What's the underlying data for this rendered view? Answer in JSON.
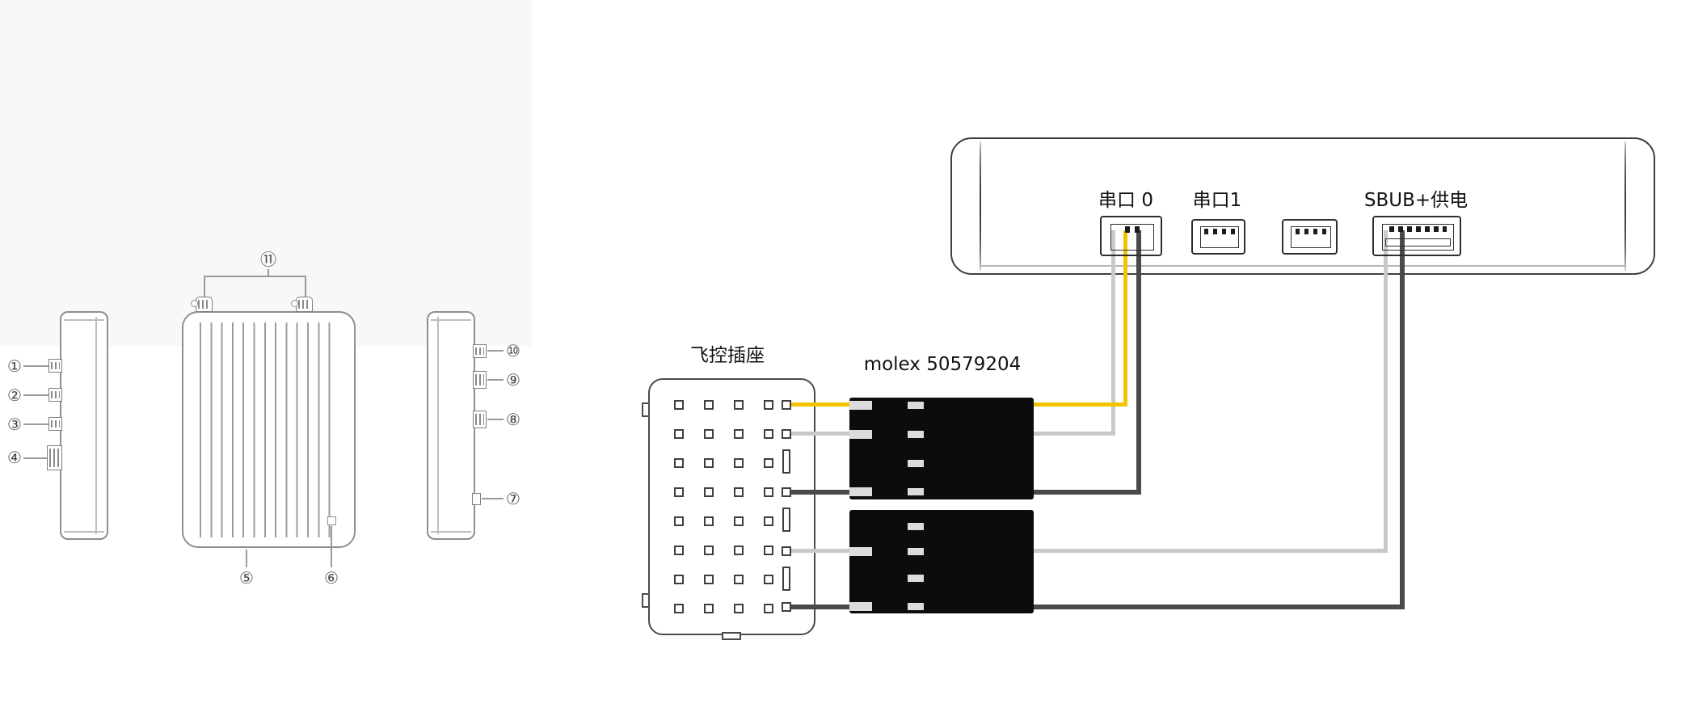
{
  "three_view": {
    "callouts": {
      "left": [
        "①",
        "②",
        "③",
        "④"
      ],
      "top": "⑪",
      "bottom": [
        "⑤",
        "⑥"
      ],
      "right": [
        "⑩",
        "⑨",
        "⑧",
        "⑦"
      ]
    }
  },
  "wiring": {
    "socket_label": "飞控插座",
    "molex_label": "molex 50579204",
    "ports": {
      "serial0_label": "串口 0",
      "serial1_label": "串口1",
      "sbus_label": "SBUB+供电"
    },
    "wire_colors": {
      "yellow": "#F2C400",
      "light_gray": "#C9C9C9",
      "dark_gray": "#4A4A4A"
    }
  }
}
